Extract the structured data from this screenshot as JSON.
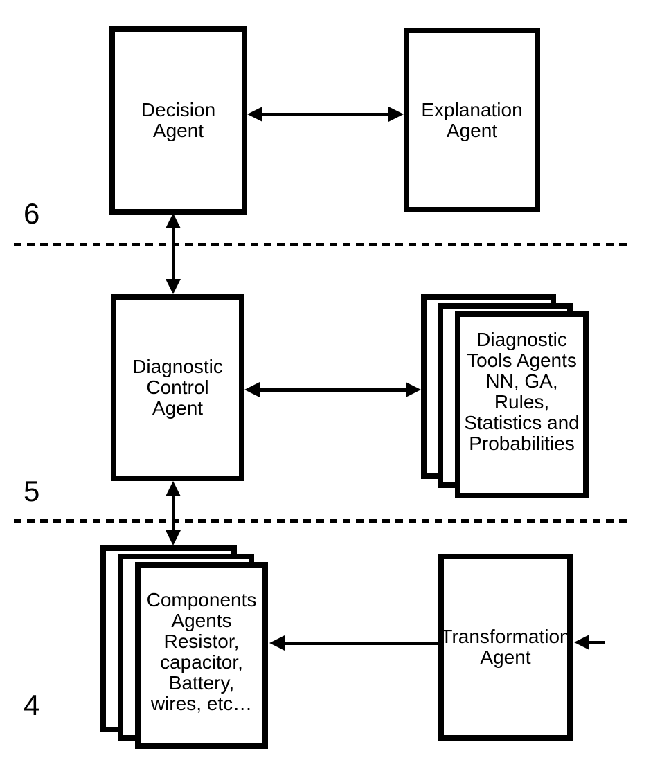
{
  "layer_labels": [
    {
      "text": "6"
    },
    {
      "text": "5"
    },
    {
      "text": "4"
    }
  ],
  "boxes": {
    "decision": {
      "label": "Decision\nAgent"
    },
    "explanation": {
      "label": "Explanation\nAgent"
    },
    "diagnostic_control": {
      "label": "Diagnostic\nControl\nAgent"
    },
    "diagnostic_tools": {
      "label": "Diagnostic\nTools Agents\nNN, GA,\nRules,\nStatistics and\nProbabilities"
    },
    "components": {
      "label": "Components\nAgents\nResistor,\ncapacitor,\nBattery,\nwires, etc…"
    },
    "transformation": {
      "label": "Transformation\nAgent"
    }
  },
  "colors": {
    "foreground": "#000000",
    "background": "#ffffff"
  }
}
